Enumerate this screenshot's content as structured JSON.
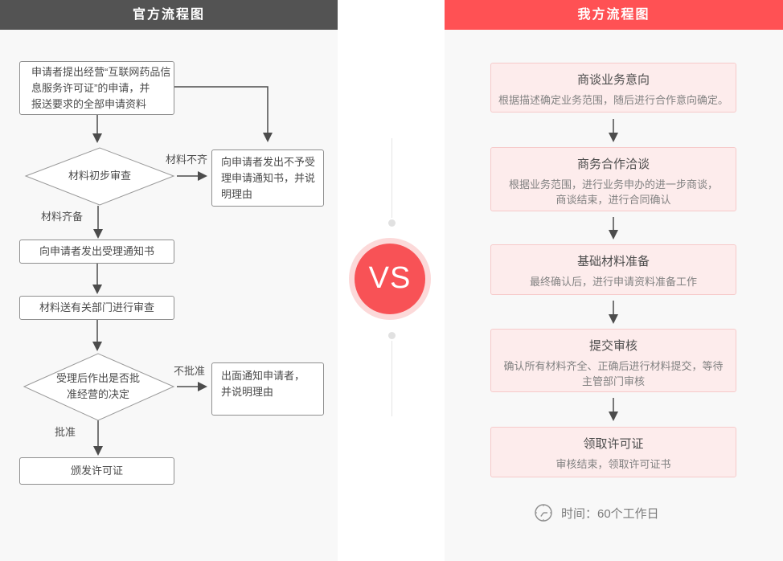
{
  "left": {
    "title": "官方流程图",
    "header_bg": "#535353",
    "boxes": {
      "apply": "申请者提出经营“互联网药品信\n息服务许可证”的申请，并\n报送要求的全部申请资料",
      "reject_notice": "向申请者发出不予受\n理申请通知书，并说\n明理由",
      "accept_notice": "向申请者发出受理通知书",
      "dept_review": "材料送有关部门进行审查",
      "notify_applicant": "出面通知申请者，\n并说明理由",
      "issue_license": "颁发许可证"
    },
    "diamonds": {
      "initial_review": "材料初步审查",
      "decision": "受理后作出是否批\n准经营的决定"
    },
    "edge_labels": {
      "incomplete": "材料不齐",
      "complete": "材料齐备",
      "not_approved": "不批准",
      "approved": "批准"
    }
  },
  "vs": {
    "label": "VS",
    "badge_color": "#f85256",
    "ring_color": "#fcd9d9"
  },
  "right": {
    "title": "我方流程图",
    "header_bg": "#ff5154",
    "box_fill": "#fdecec",
    "box_border": "#f6caca",
    "steps": [
      {
        "title": "商谈业务意向",
        "desc": "根据描述确定业务范围，随后进行合作意向确定。"
      },
      {
        "title": "商务合作洽谈",
        "desc": "根据业务范围，进行业务申办的进一步商谈，\n商谈结束，进行合同确认"
      },
      {
        "title": "基础材料准备",
        "desc": "最终确认后，进行申请资料准备工作"
      },
      {
        "title": "提交审核",
        "desc": "确认所有材料齐全、正确后进行材料提交，等待\n主管部门审核"
      },
      {
        "title": "领取许可证",
        "desc": "审核结束，领取许可证书"
      }
    ],
    "footer": {
      "time_text": "时间：60个工作日"
    }
  }
}
